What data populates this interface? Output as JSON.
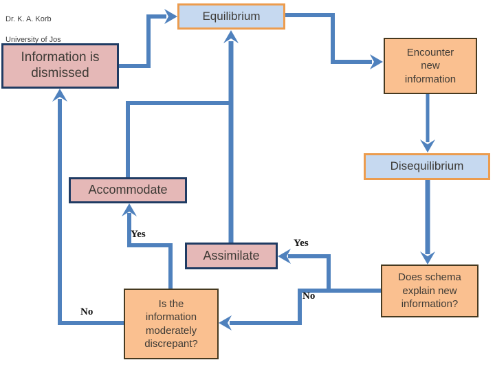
{
  "credit": {
    "name": "Dr. K. A. Korb",
    "affiliation": "University of Jos"
  },
  "nodes": {
    "equilibrium": {
      "label": "Equilibrium"
    },
    "information_dismissed": {
      "label": "Information is\ndismissed"
    },
    "encounter_new_information": {
      "label": "Encounter\nnew\ninformation"
    },
    "disequilibrium": {
      "label": "Disequilibrium"
    },
    "accommodate": {
      "label": "Accommodate"
    },
    "assimilate": {
      "label": "Assimilate"
    },
    "moderately_discrepant": {
      "label": "Is the\ninformation\nmoderately\ndiscrepant?"
    },
    "does_schema_explain": {
      "label": "Does schema\nexplain new\ninformation?"
    }
  },
  "edge_labels": {
    "yes_to_accommodate": "Yes",
    "yes_to_assimilate": "Yes",
    "no_to_dismissed": "No",
    "no_to_discrepant": "No"
  },
  "colors": {
    "connector": "#4f81bd",
    "state_fill": "#c6d9f0",
    "state_border": "#ec9c4e",
    "action_fill": "#e5b8b7",
    "action_border": "#1f3b63",
    "question_fill": "#fac090",
    "question_border": "#46391f",
    "text": "#3d3a35"
  }
}
